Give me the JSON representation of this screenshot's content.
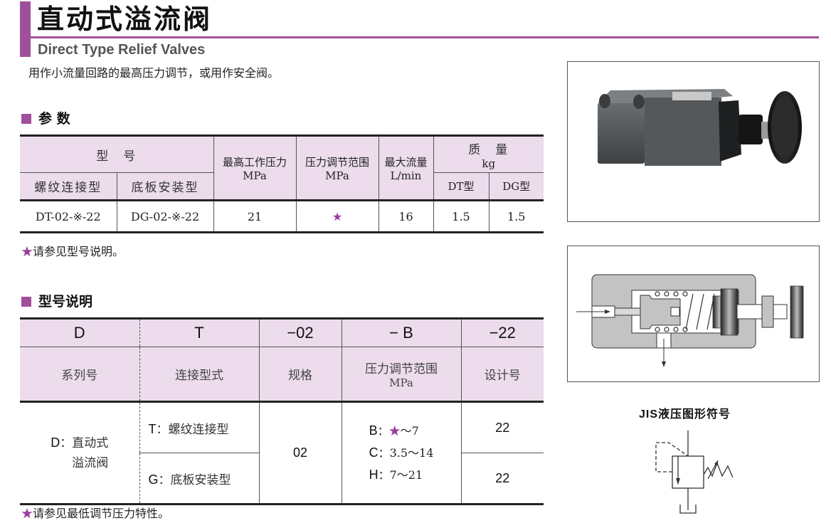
{
  "header": {
    "title_cn": "直动式溢流阀",
    "title_en": "Direct Type Relief Valves",
    "intro": "用作小流量回路的最高压力调节，或用作安全阀。",
    "accent_color": "#a0509a"
  },
  "params_section": {
    "heading": "参 数",
    "table": {
      "model_header": "型　号",
      "threaded_header": "螺纹连接型",
      "subplate_header": "底板安装型",
      "max_pressure_header": "最高工作压力",
      "max_pressure_unit": "MPa",
      "adj_range_header": "压力调节范围",
      "adj_range_unit": "MPa",
      "max_flow_header": "最大流量",
      "max_flow_unit": "L/min",
      "mass_header": "质　量",
      "mass_unit": "kg",
      "mass_dt": "DT型",
      "mass_dg": "DG型",
      "row": {
        "threaded_model": "DT-02-※-22",
        "subplate_model": "DG-02-※-22",
        "max_pressure": "21",
        "adj_range": "★",
        "max_flow": "16",
        "mass_dt": "1.5",
        "mass_dg": "1.5"
      }
    },
    "note_star": "★",
    "note_text": "请参见型号说明。"
  },
  "model_section": {
    "heading": "型号说明",
    "codes": [
      "D",
      "T",
      "−02",
      "− B",
      "−22"
    ],
    "labels": [
      "系列号",
      "连接型式",
      "规格",
      "压力调节范围",
      "设计号"
    ],
    "range_unit": "MPa",
    "series": {
      "code": "D",
      "sep": "：",
      "line1": "直动式",
      "line2": "溢流阀"
    },
    "connection": [
      {
        "code": "T",
        "sep": "：",
        "text": "螺纹连接型"
      },
      {
        "code": "G",
        "sep": "：",
        "text": "底板安装型"
      }
    ],
    "size": "02",
    "ranges": [
      {
        "code": "B",
        "sep": "：",
        "star": "★",
        "text": "～7"
      },
      {
        "code": "C",
        "sep": "：",
        "text": "3.5～14"
      },
      {
        "code": "H",
        "sep": "：",
        "text": "7～21"
      }
    ],
    "design": [
      "22",
      "22"
    ],
    "note_star": "★",
    "note_text": "请参见最低调节压力特性。"
  },
  "figures": {
    "photo_label": "valve-photo",
    "section_label": "valve-cross-section",
    "jis_title": "JIS液压图形符号"
  }
}
